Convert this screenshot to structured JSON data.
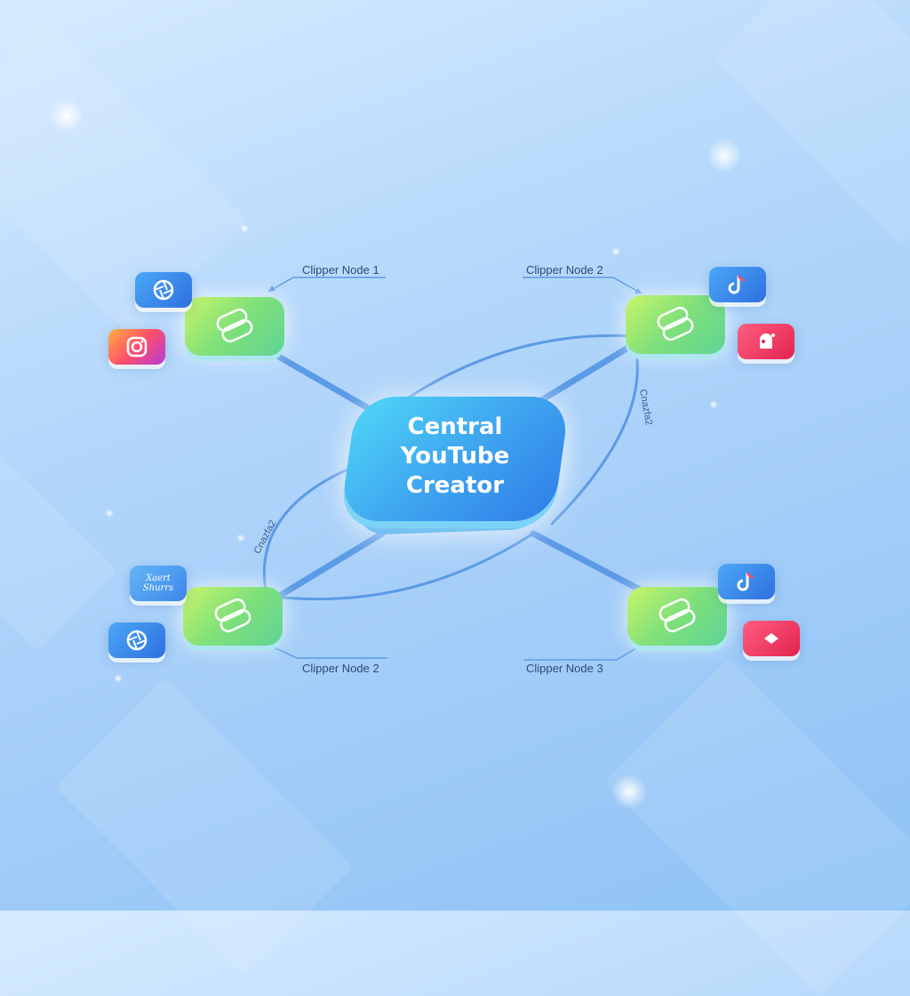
{
  "hub": {
    "line1": "Central",
    "line2": "YouTube",
    "line3": "Creator"
  },
  "nodes": {
    "top_left": {
      "label": "Clipper Node 1"
    },
    "top_right": {
      "label": "Clipper Node 2"
    },
    "bottom_left": {
      "label": "Clipper Node 2"
    },
    "bottom_right": {
      "label": "Clipper Node 3"
    }
  },
  "curve_labels": {
    "right": "Cnazfa2",
    "left": "Cnazfa2"
  },
  "icon_text": {
    "line1": "Xaert",
    "line2": "Shurrs"
  },
  "icons": [
    "camera-shutter-icon",
    "instagram-icon",
    "tiktok-icon",
    "snapchat-icon",
    "tiktok-icon",
    "youtube-play-icon",
    "camera-shutter-icon",
    "clipper-link-icon"
  ],
  "colors": {
    "hub": "#3fa6f0",
    "node": "#7fe07a",
    "link": "#5b9ae6",
    "background": "#a3cdf8"
  }
}
